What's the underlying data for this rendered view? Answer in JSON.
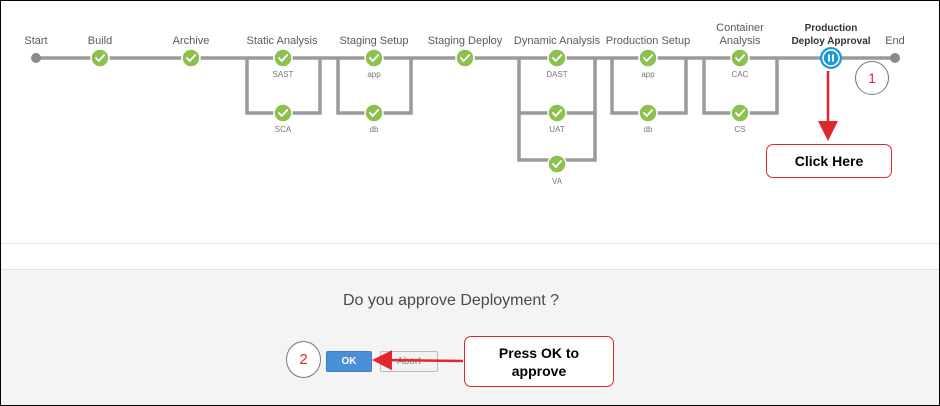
{
  "pipeline": {
    "headers": {
      "start": "Start",
      "build": "Build",
      "archive": "Archive",
      "static_analysis": "Static Analysis",
      "staging_setup": "Staging Setup",
      "staging_deploy": "Staging Deploy",
      "dynamic_analysis": "Dynamic Analysis",
      "production_setup": "Production Setup",
      "container_analysis_1": "Container",
      "container_analysis_2": "Analysis",
      "prod_approval_1": "Production",
      "prod_approval_2": "Deploy Approval",
      "end": "End"
    },
    "parallel_labels": {
      "sast": "SAST",
      "sca": "SCA",
      "staging_app": "app",
      "staging_db": "db",
      "dast": "DAST",
      "uat": "UAT",
      "va": "VA",
      "prod_app": "app",
      "prod_db": "db",
      "cac": "CAC",
      "cs": "CS"
    },
    "colors": {
      "success": "#8cc04f",
      "running": "#1d9ad6",
      "track": "#9a9a9a"
    },
    "icons": {
      "success": "check-icon",
      "running": "pause-icon"
    }
  },
  "approval": {
    "question": "Do you approve Deployment ?",
    "ok_label": "OK",
    "abort_label": "Abort"
  },
  "annotations": {
    "click_here": "Click Here",
    "press_ok_line1": "Press OK to",
    "press_ok_line2": "approve",
    "step1": "1",
    "step2": "2",
    "arrow_color": "#e0262f"
  }
}
